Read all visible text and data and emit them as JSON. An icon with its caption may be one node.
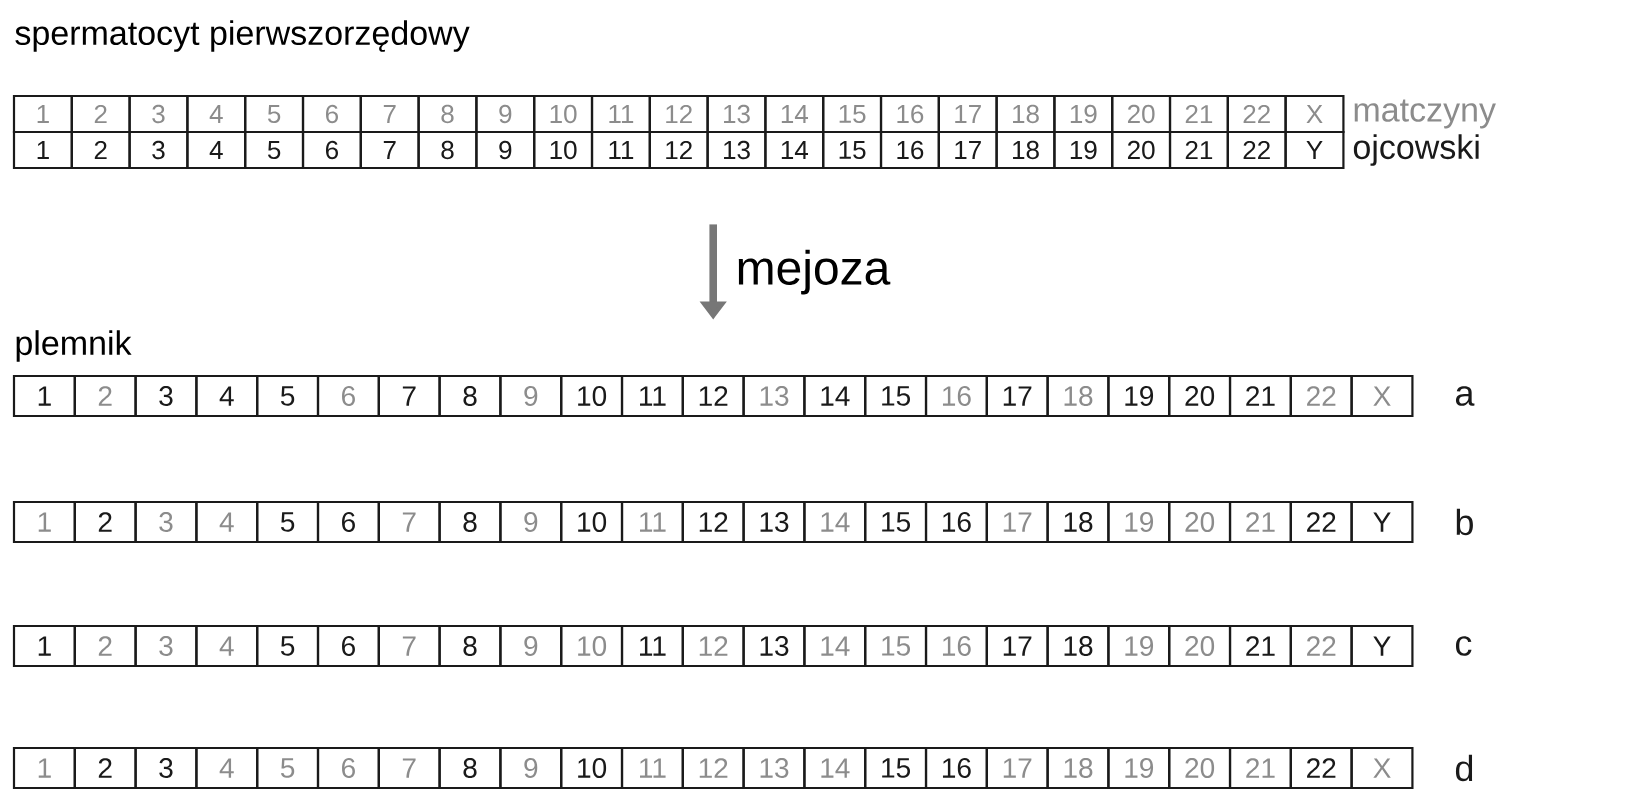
{
  "diagram": {
    "nodes": [
      {
        "text": [
          "1",
          "2",
          "3",
          "4",
          "5",
          "6",
          "7",
          "8",
          "9",
          "10",
          "11",
          "12",
          "13",
          "14",
          "15",
          "16",
          "17",
          "18",
          "19",
          "20",
          "21",
          "22",
          "X"
        ],
        "beside": [
          "matczyny"
        ]
      },
      {
        "text": [
          "1",
          "2",
          "3",
          "4",
          "5",
          "6",
          "7",
          "8",
          "9",
          "10",
          "11",
          "12",
          "13",
          "14",
          "15",
          "16",
          "17",
          "18",
          "19",
          "20",
          "21",
          "22",
          "Y"
        ],
        "beside": [
          "ojcowski"
        ]
      },
      {
        "text": [
          "1",
          "2",
          "3",
          "4",
          "5",
          "6",
          "7",
          "8",
          "9",
          "10",
          "11",
          "12",
          "13",
          "14",
          "15",
          "16",
          "17",
          "18",
          "19",
          "20",
          "21",
          "22",
          "X"
        ],
        "beside": [
          "a"
        ]
      },
      {
        "text": [
          "1",
          "2",
          "3",
          "4",
          "5",
          "6",
          "7",
          "8",
          "9",
          "10",
          "11",
          "12",
          "13",
          "14",
          "15",
          "16",
          "17",
          "18",
          "19",
          "20",
          "21",
          "22",
          "Y"
        ],
        "beside": [
          "b"
        ]
      },
      {
        "text": [
          "1",
          "2",
          "3",
          "4",
          "5",
          "6",
          "7",
          "8",
          "9",
          "10",
          "11",
          "12",
          "13",
          "14",
          "15",
          "16",
          "17",
          "18",
          "19",
          "20",
          "21",
          "22",
          "Y"
        ],
        "beside": [
          "c"
        ]
      },
      {
        "text": [
          "1",
          "2",
          "3",
          "4",
          "5",
          "6",
          "7",
          "8",
          "9",
          "10",
          "11",
          "12",
          "13",
          "14",
          "15",
          "16",
          "17",
          "18",
          "19",
          "20",
          "21",
          "22",
          "X"
        ],
        "beside": [
          "d"
        ]
      }
    ],
    "edges": [
      {
        "from": 1,
        "to": 2,
        "arrow": "to",
        "label": "mejoza"
      }
    ],
    "labels": [
      "spermatocyt pierwszorzędowy",
      "plemnik"
    ]
  }
}
